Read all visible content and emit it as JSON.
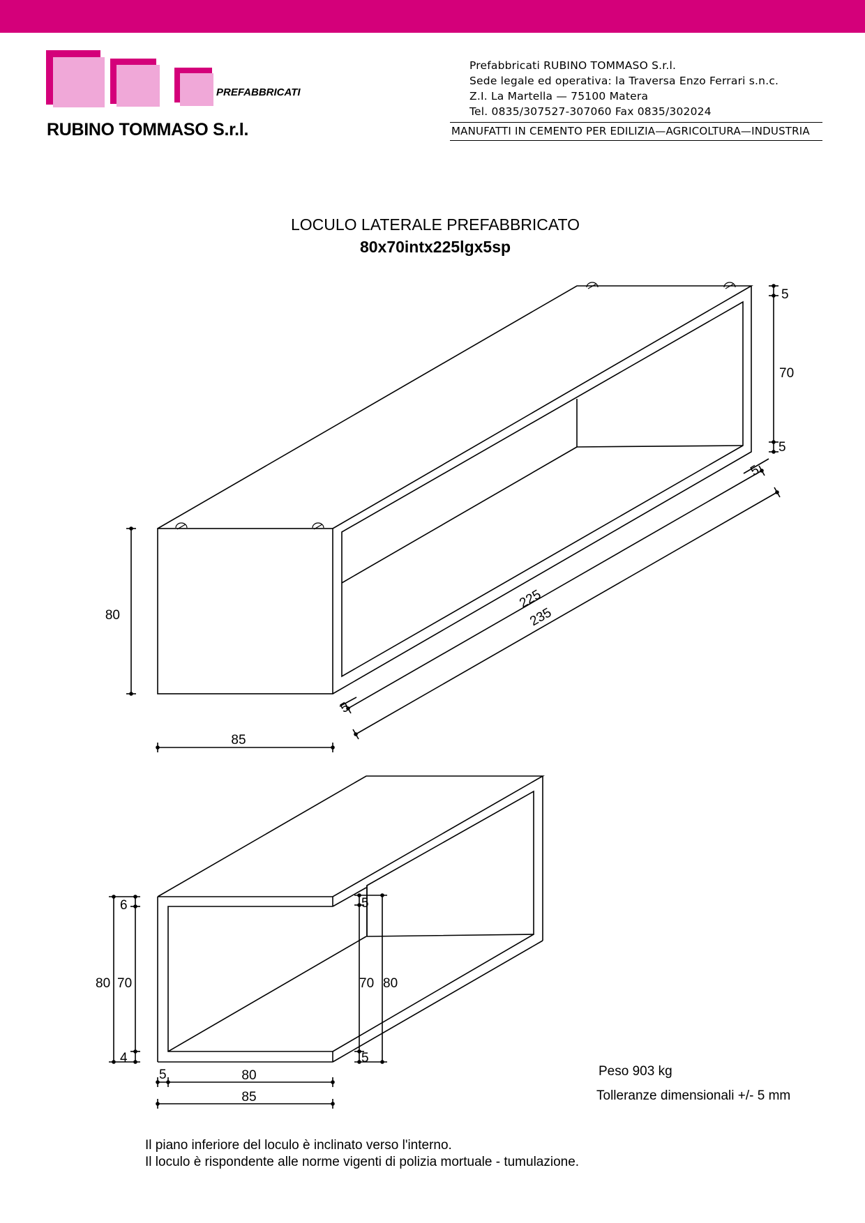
{
  "header": {
    "brand_color": "#d4007a",
    "logo_light_color": "#f0a8d8",
    "logo_subtitle": "PREFABBRICATI",
    "company_name": "RUBINO TOMMASO S.r.l.",
    "address_lines": [
      "Prefabbricati RUBINO TOMMASO S.r.l.",
      "Sede legale ed operativa: la Traversa Enzo Ferrari s.n.c.",
      "Z.I. La Martella — 75100 Matera",
      "Tel. 0835/307527-307060 Fax 0835/302024"
    ],
    "tagline": "MANUFATTI IN CEMENTO PER EDILIZIA—AGRICOLTURA—INDUSTRIA"
  },
  "title": {
    "line1": "LOCULO LATERALE PREFABBRICATO",
    "line2": "80x70intx225lgx5sp"
  },
  "drawing1": {
    "dims": {
      "height": "80",
      "width": "85",
      "top_thickness": "5",
      "inner_height": "70",
      "bottom_thickness": "5",
      "inner_length": "225",
      "outer_length": "235",
      "back_wall": "5",
      "front_offset": "5"
    }
  },
  "drawing2": {
    "dims": {
      "left_top": "6",
      "left_outer": "80",
      "left_inner": "70",
      "left_bottom": "4",
      "right_top": "5",
      "right_inner": "70",
      "right_outer": "80",
      "right_bottom": "5",
      "wall": "5",
      "inner_width": "80",
      "outer_width": "85"
    }
  },
  "notes": {
    "weight": "Peso 903 kg",
    "tolerance": "Tolleranze dimensionali +/- 5 mm",
    "line1": "Il piano inferiore del loculo è inclinato verso l'interno.",
    "line2": "Il loculo è rispondente alle norme vigenti di polizia mortuale - tumulazione."
  }
}
